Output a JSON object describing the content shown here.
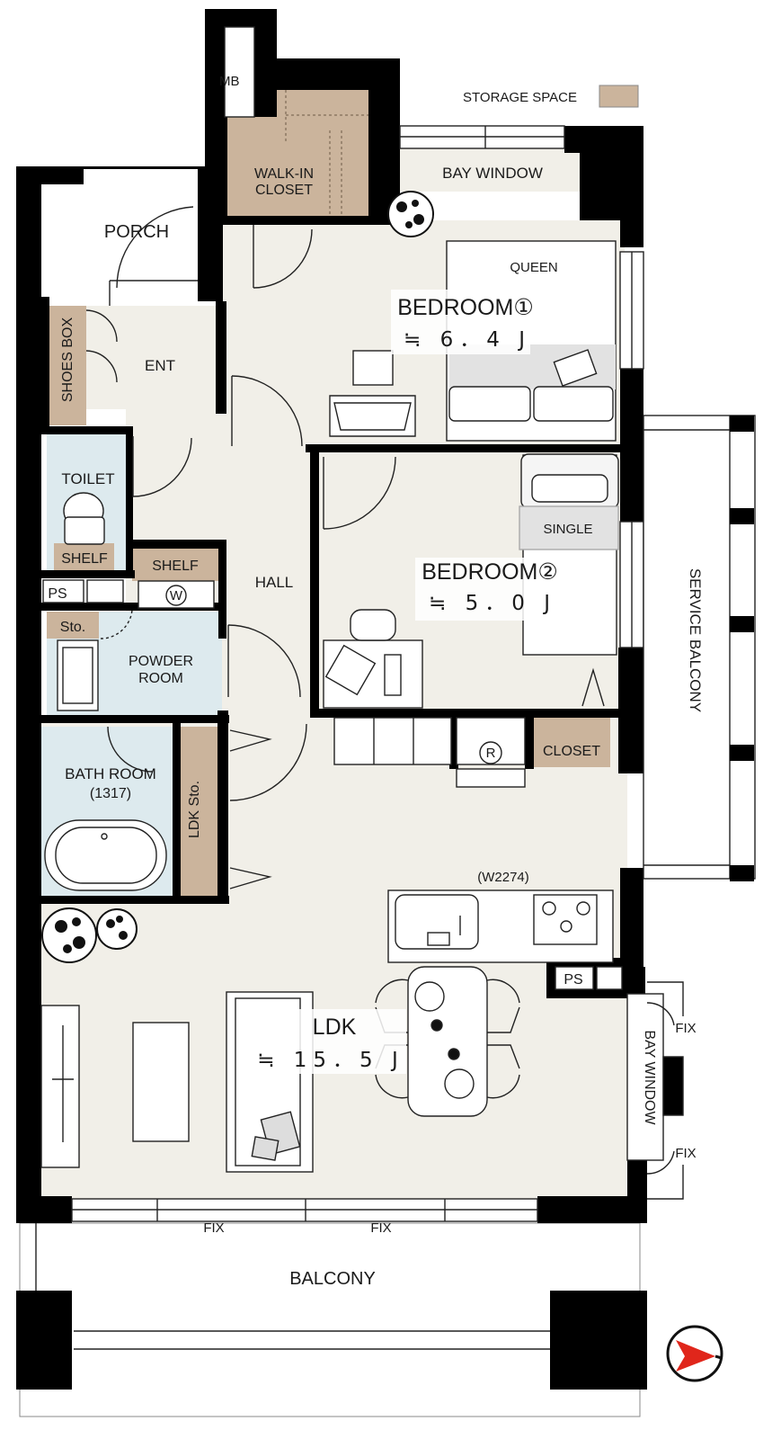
{
  "legend": {
    "label": "STORAGE SPACE",
    "swatch_color": "#cbb49c"
  },
  "colors": {
    "wall": "#000000",
    "floor": "#f1efe8",
    "wet_area": "#ddeaee",
    "storage": "#cbb49c"
  },
  "rooms": {
    "mb": "MB",
    "walk_in_closet_line1": "WALK-IN",
    "walk_in_closet_line2": "CLOSET",
    "bay_window_top": "BAY WINDOW",
    "porch": "PORCH",
    "shoes_box": "SHOES BOX",
    "ent": "ENT",
    "bedroom1": "BEDROOM①",
    "bedroom1_area": "≒ 6．4 J",
    "queen": "QUEEN",
    "toilet": "TOILET",
    "shelf_toilet": "SHELF",
    "shelf_powder": "SHELF",
    "washer_mark": "W",
    "ps_left": "PS",
    "sto": "Sto.",
    "powder_room_line1": "POWDER",
    "powder_room_line2": "ROOM",
    "hall": "HALL",
    "bedroom2": "BEDROOM②",
    "bedroom2_area": "≒ 5．0 J",
    "single": "SINGLE",
    "service_balcony": "SERVICE BALCONY",
    "closet": "CLOSET",
    "fridge_mark": "R",
    "bath_room": "BATH ROOM",
    "bath_size": "(1317)",
    "ldk_sto": "LDK Sto.",
    "kitchen_width": "(W2274)",
    "ps_kitchen": "PS",
    "ldk": "LDK",
    "ldk_area": "≒ 15．5 J",
    "bay_window_side": "BAY WINDOW",
    "fix_side_top": "FIX",
    "fix_side_bottom": "FIX",
    "fix_bottom_left": "FIX",
    "fix_bottom_right": "FIX",
    "balcony": "BALCONY"
  },
  "compass": {
    "icon": "north-arrow-icon",
    "arrow_color": "#e0261b"
  }
}
